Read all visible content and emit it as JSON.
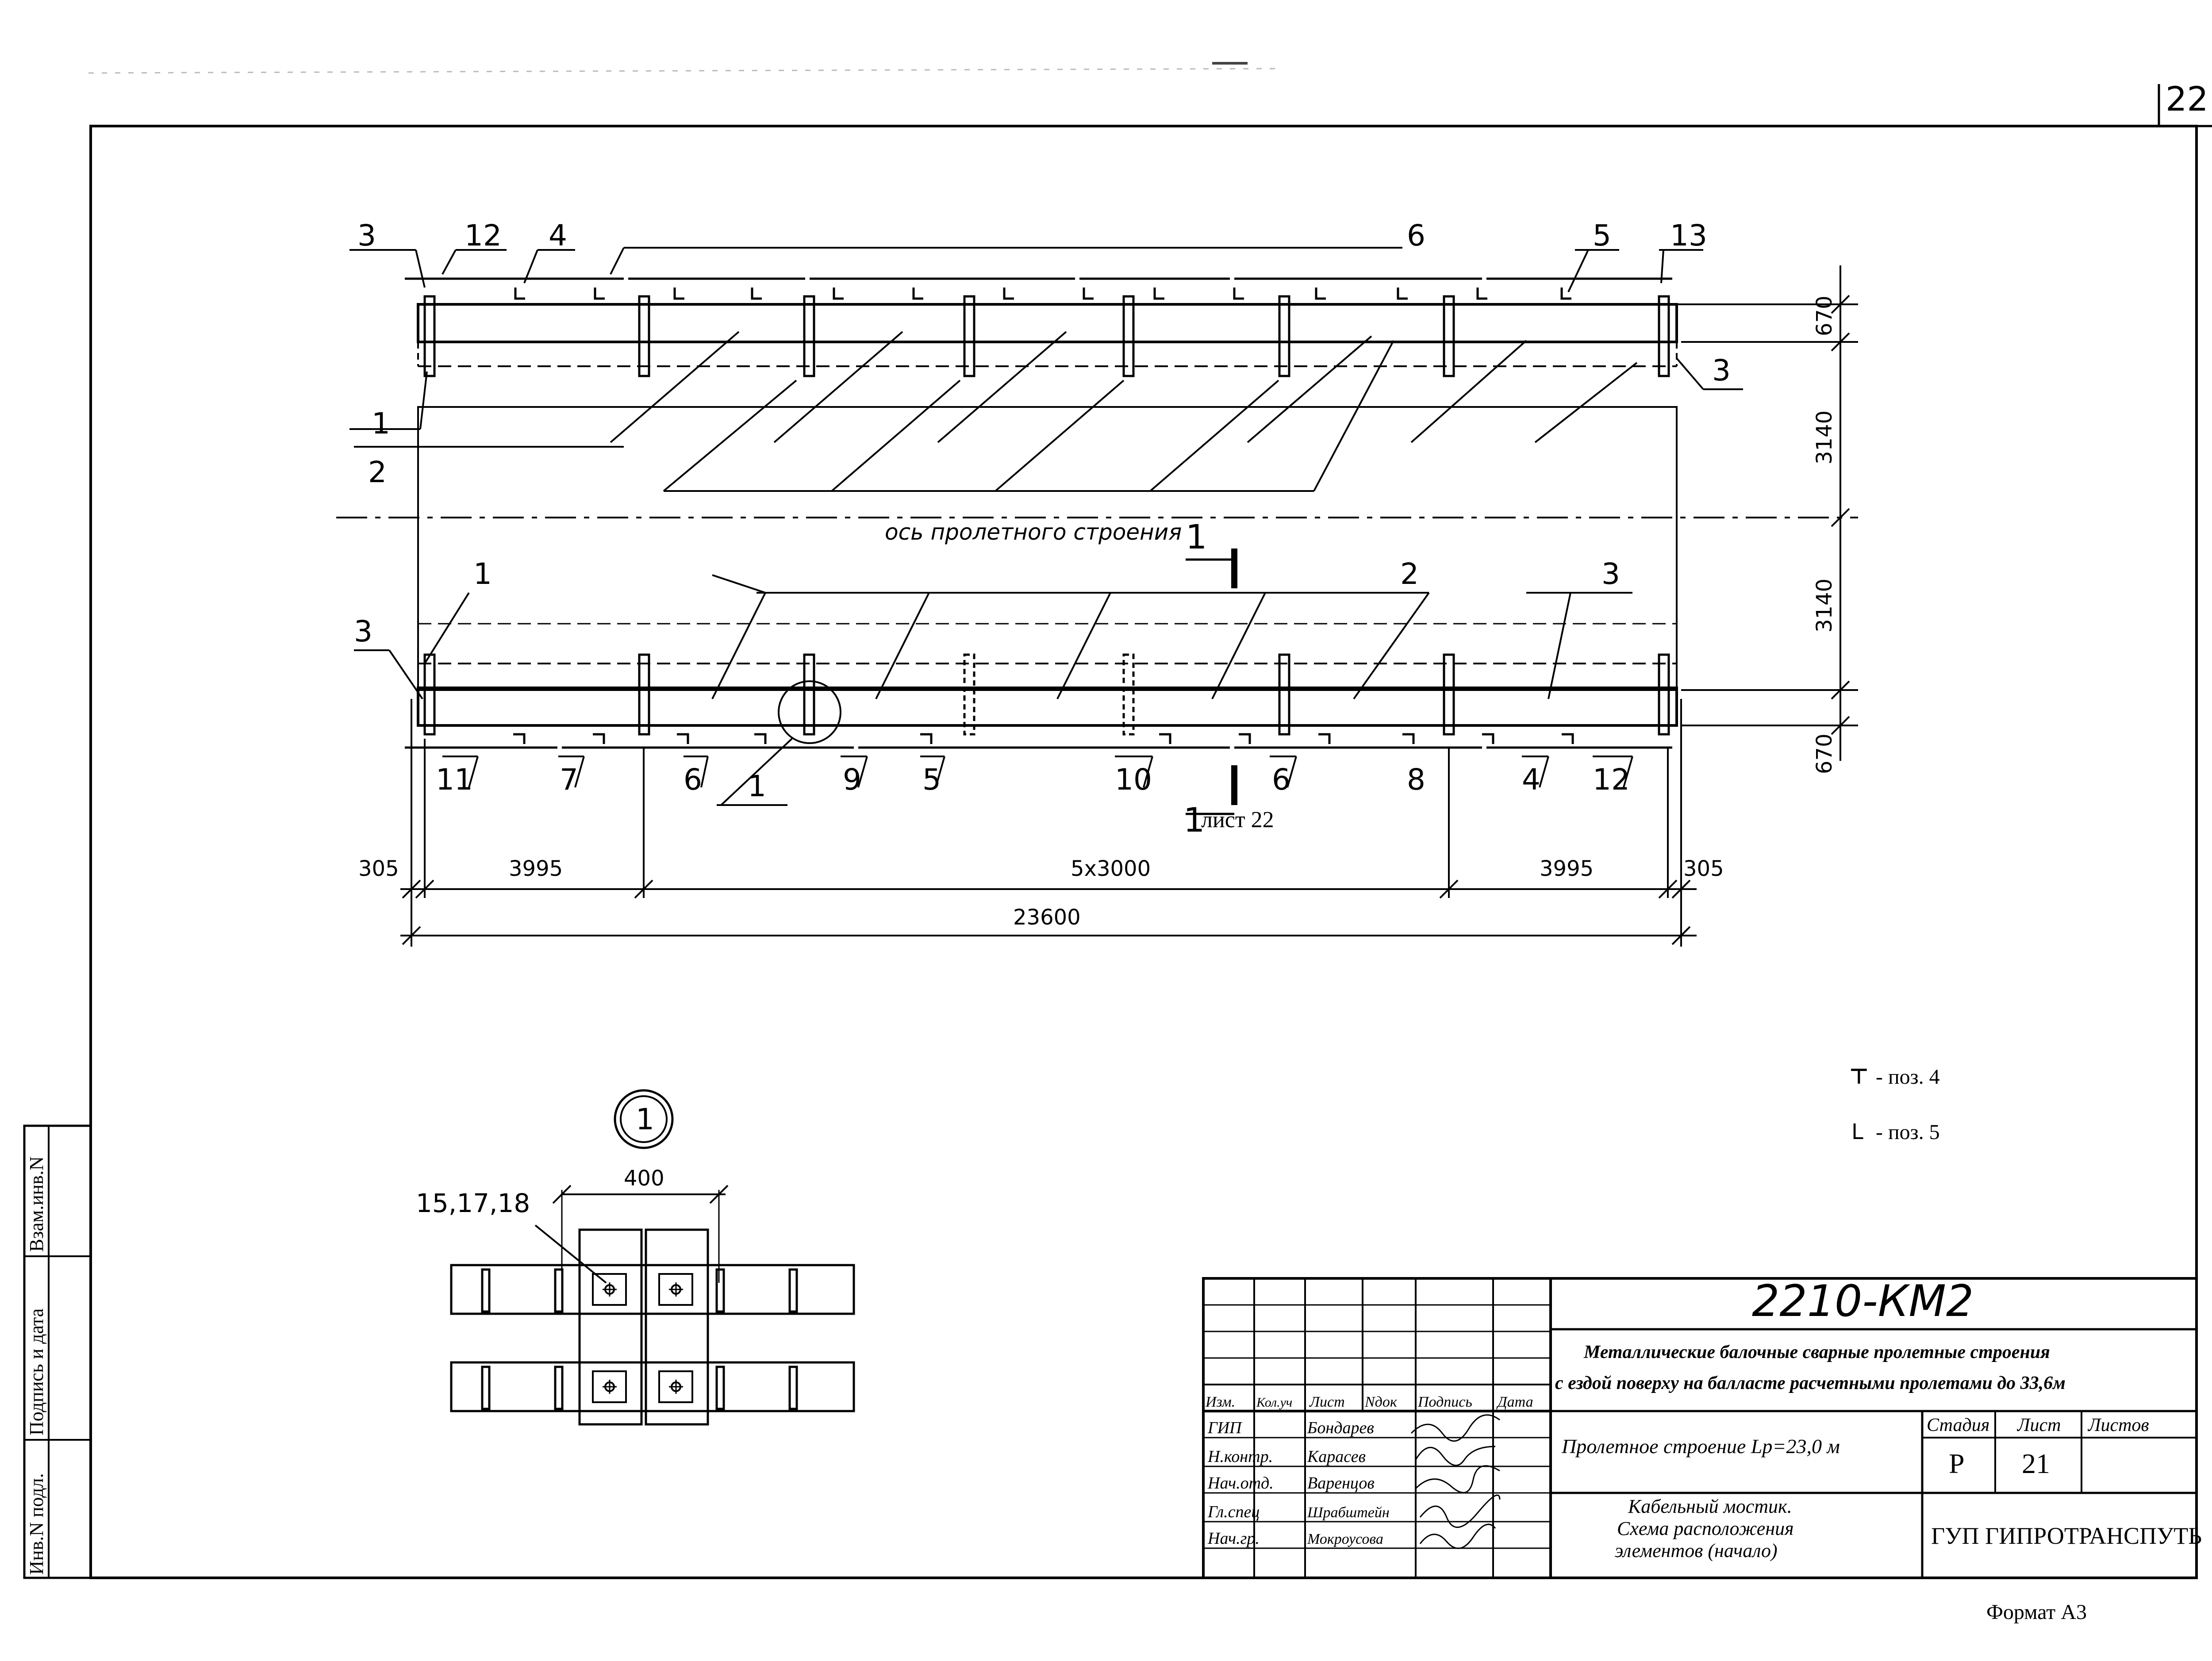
{
  "sheet": {
    "page_number": "22",
    "format_label": "Формат А3"
  },
  "plan": {
    "axis_label": "ось пролетного строения",
    "section_mark": "1",
    "section_sheet_ref": "лист 22",
    "top_callouts": [
      "3",
      "12",
      "4",
      "6",
      "5",
      "13"
    ],
    "right_callout": "3",
    "left_callouts": [
      "1",
      "2"
    ],
    "bottom_upper_callouts": [
      "3",
      "1",
      "2",
      "3"
    ],
    "bottom_lower_callouts": [
      "11",
      "7",
      "6",
      "1",
      "9",
      "5",
      "10",
      "6",
      "8",
      "4",
      "12"
    ],
    "vertical_dims": [
      "670",
      "3140",
      "3140",
      "670"
    ],
    "horizontal_dims": [
      "305",
      "3995",
      "5x3000",
      "3995",
      "305"
    ],
    "total_dim": "23600"
  },
  "detail": {
    "mark": "1",
    "callout": "15,17,18",
    "dim": "400"
  },
  "legend": [
    {
      "symbol": "⊤",
      "text": "- поз. 4"
    },
    {
      "symbol": "L",
      "text": "- поз. 5"
    }
  ],
  "side_stamp": {
    "cells": [
      "Взам.инв.N",
      "Подпись и дата",
      "Инв.N подл."
    ]
  },
  "title_block": {
    "doc_code": "2210-КМ2",
    "title_line1": "Металлические балочные сварные пролетные строения",
    "title_line2": "с ездой поверху на балласте расчетными пролетами до 33,6м",
    "headers": [
      "Изм.",
      "Кол.уч",
      "Лист",
      "Nдок",
      "Подпись",
      "Дата"
    ],
    "roles": [
      "ГИП",
      "Н.контр.",
      "Нач.отд.",
      "Гл.спец",
      "Нач.гр."
    ],
    "names": [
      "Бондарев",
      "Карасев",
      "Варенцов",
      "Шрабштейн",
      "Мокроусова"
    ],
    "object_name": "Пролетное строение Lp=23,0 м",
    "sheet_title_line1": "Кабельный мостик.",
    "sheet_title_line2": "Схема расположения",
    "sheet_title_line3": "элементов (начало)",
    "stage_label": "Стадия",
    "sheet_label": "Лист",
    "sheets_label": "Листов",
    "stage_value": "Р",
    "sheet_value": "21",
    "organization": "ГУП ГИПРОТРАНСПУТЬ"
  }
}
